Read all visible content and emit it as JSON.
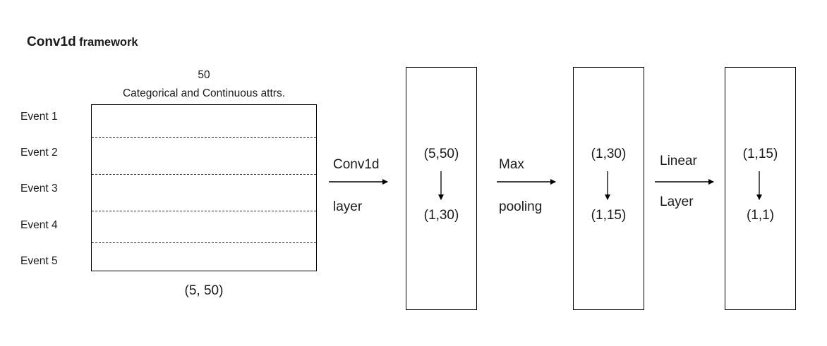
{
  "title": {
    "main": "Conv1d",
    "sub": "framework"
  },
  "input": {
    "header_count": "50",
    "header_desc": "Categorical and Continuous attrs.",
    "events": [
      "Event 1",
      "Event 2",
      "Event 3",
      "Event 4",
      "Event 5"
    ],
    "shape": "(5, 50)"
  },
  "operations": [
    {
      "line1": "Conv1d",
      "line2": "layer"
    },
    {
      "line1": "Max",
      "line2": "pooling"
    },
    {
      "line1": "Linear",
      "line2": "Layer"
    }
  ],
  "stages": [
    {
      "from": "(5,50)",
      "to": "(1,30)"
    },
    {
      "from": "(1,30)",
      "to": "(1,15)"
    },
    {
      "from": "(1,15)",
      "to": "(1,1)"
    }
  ]
}
